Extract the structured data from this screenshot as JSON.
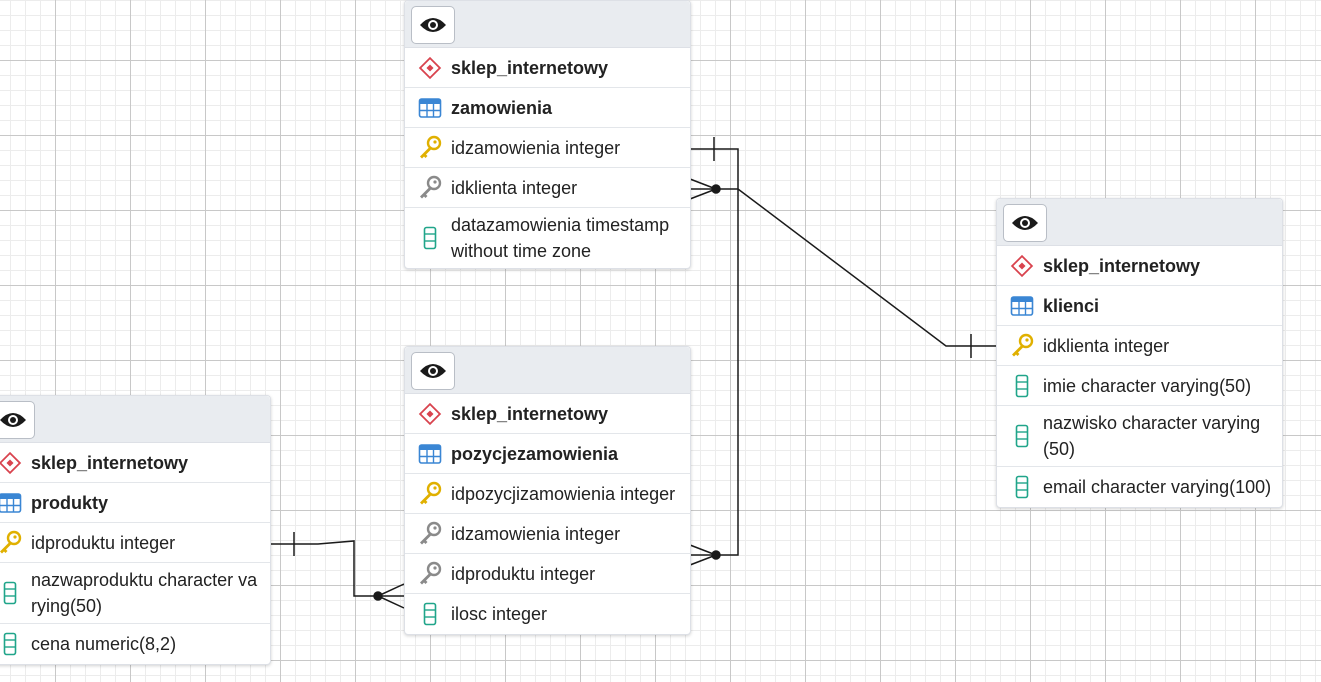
{
  "colors": {
    "schema": "#d9434e",
    "table": "#3a86d4",
    "pk_key": "#e0b000",
    "fk_key": "#8a8a8a",
    "column": "#20a58a",
    "line": "#1a1a1a"
  },
  "nodes": {
    "zamowienia": {
      "schema": "sklep_internetowy",
      "table": "zamowienia",
      "columns": [
        {
          "text": "idzamowienia integer",
          "icon": "primary-key-icon"
        },
        {
          "text": "idklienta integer",
          "icon": "foreign-key-icon"
        },
        {
          "text": "datazamowienia timestamp without time zone",
          "icon": "column-icon"
        }
      ]
    },
    "klienci": {
      "schema": "sklep_internetowy",
      "table": "klienci",
      "columns": [
        {
          "text": "idklienta integer",
          "icon": "primary-key-icon"
        },
        {
          "text": "imie character varying(50)",
          "icon": "column-icon"
        },
        {
          "text": "nazwisko character varying(50)",
          "icon": "column-icon"
        },
        {
          "text": "email character varying(100)",
          "icon": "column-icon"
        }
      ]
    },
    "pozycjezamowienia": {
      "schema": "sklep_internetowy",
      "table": "pozycjezamowienia",
      "columns": [
        {
          "text": "idpozycjizamowienia integer",
          "icon": "primary-key-icon"
        },
        {
          "text": "idzamowienia integer",
          "icon": "foreign-key-icon"
        },
        {
          "text": "idproduktu integer",
          "icon": "foreign-key-icon"
        },
        {
          "text": "ilosc integer",
          "icon": "column-icon"
        }
      ]
    },
    "produkty": {
      "schema": "sklep_internetowy",
      "table": "produkty",
      "columns": [
        {
          "text": "idproduktu integer",
          "icon": "primary-key-icon"
        },
        {
          "text": "nazwaproduktu character varying(50)",
          "icon": "column-icon"
        },
        {
          "text": "cena numeric(8,2)",
          "icon": "column-icon"
        }
      ]
    }
  }
}
